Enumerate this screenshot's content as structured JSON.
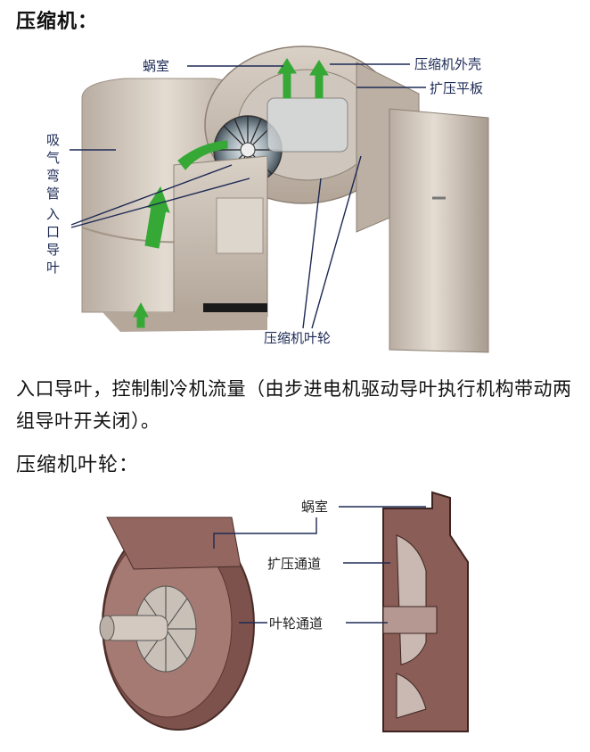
{
  "title": "压缩机：",
  "figure1": {
    "labels": {
      "volute": "蜗室",
      "compressor_shell": "压缩机外壳",
      "diffuser_plate": "扩压平板",
      "suction_elbow": "吸\n气\n弯\n管",
      "inlet_guide_vane": "入\n口\n导\n叶",
      "compressor_impeller": "压缩机叶轮"
    }
  },
  "description": "入口导叶，控制制冷机流量（由步进电机驱动导叶执行机构带动两组导叶开关闭）。",
  "subtitle": "压缩机叶轮：",
  "figure2": {
    "labels": {
      "volute": "蜗室",
      "diffuser_channel": "扩压通道",
      "impeller_channel": "叶轮通道"
    }
  },
  "colors": {
    "housing": "#c9bfb4",
    "arrow": "#36a836",
    "impeller": "#8a5d56",
    "label_text": "#1d2a55"
  }
}
